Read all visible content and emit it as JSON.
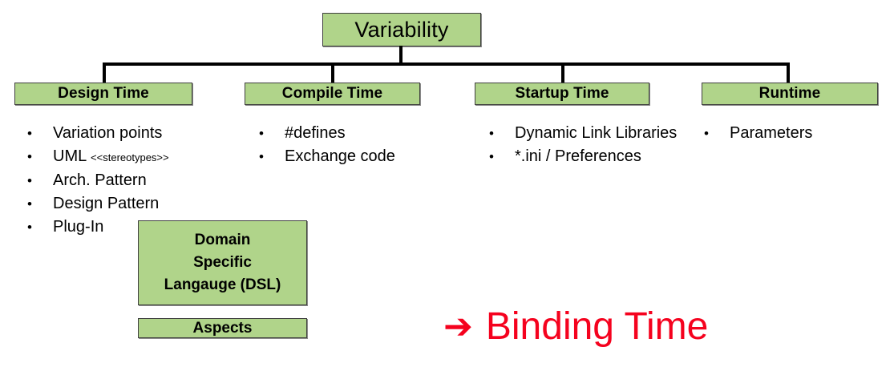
{
  "diagram": {
    "root": {
      "label": "Variability"
    },
    "categories": [
      {
        "label": "Design Time"
      },
      {
        "label": "Compile Time"
      },
      {
        "label": "Startup Time"
      },
      {
        "label": "Runtime"
      }
    ],
    "columns": [
      {
        "items": [
          {
            "text": "Variation points",
            "small": ""
          },
          {
            "text": "UML ",
            "small": "<<stereotypes>>"
          },
          {
            "text": "Arch. Pattern",
            "small": ""
          },
          {
            "text": "Design Pattern",
            "small": ""
          },
          {
            "text": "Plug-In",
            "small": ""
          }
        ]
      },
      {
        "items": [
          {
            "text": "#defines",
            "small": ""
          },
          {
            "text": "Exchange code",
            "small": ""
          }
        ]
      },
      {
        "items": [
          {
            "text": "Dynamic Link Libraries",
            "small": ""
          },
          {
            "text": "*.ini / Preferences",
            "small": ""
          }
        ]
      },
      {
        "items": [
          {
            "text": "Parameters",
            "small": ""
          }
        ]
      }
    ],
    "extra_boxes": {
      "dsl": {
        "line1": "Domain",
        "line2": "Specific",
        "line3": "Langauge (DSL)"
      },
      "aspects": {
        "label": "Aspects"
      }
    },
    "callout": {
      "arrow_icon": "➔",
      "label": "Binding Time"
    },
    "bullet_glyph": "•",
    "colors": {
      "box_fill": "#b0d48a",
      "box_border": "#3f3f3f",
      "line": "#000000",
      "callout": "#f5021e",
      "text": "#000000"
    }
  }
}
